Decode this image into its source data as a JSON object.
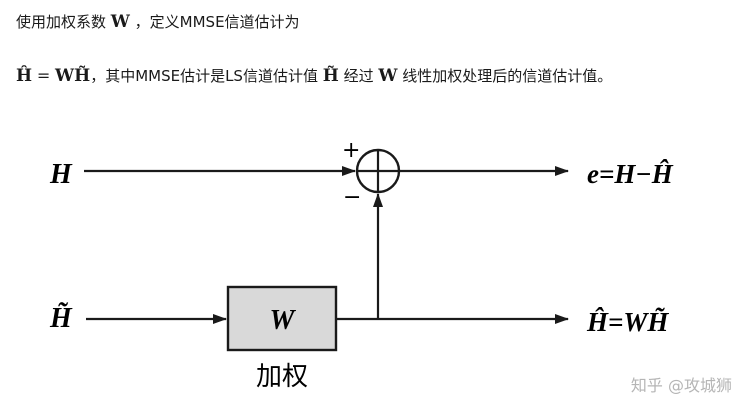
{
  "paragraph1": {
    "prefix": "使用加权系数",
    "symbol_w": "W",
    "suffix": "，定义MMSE信道估计为"
  },
  "paragraph2": {
    "equation_lhs": "Ĥ",
    "equals": "=",
    "equation_rhs": "WH̃",
    "sep": "，其中MMSE估计是LS信道估计值",
    "ls_symbol": "H̃",
    "mid": "经过",
    "symbol_w": "W",
    "tail": "线性加权处理后的信道估计值。"
  },
  "diagram": {
    "input_top": "H",
    "input_bottom": "H̃",
    "block_label": "W",
    "block_caption": "加权",
    "plus_sign": "+",
    "minus_sign": "−",
    "output_error": "e=H−Ĥ",
    "output_estimate": "Ĥ=WH̃"
  },
  "watermark": "知乎 @攻城狮",
  "colors": {
    "line": "#1a1a1a",
    "block_fill": "#d9d9d9",
    "watermark": "#b5b5b5"
  }
}
